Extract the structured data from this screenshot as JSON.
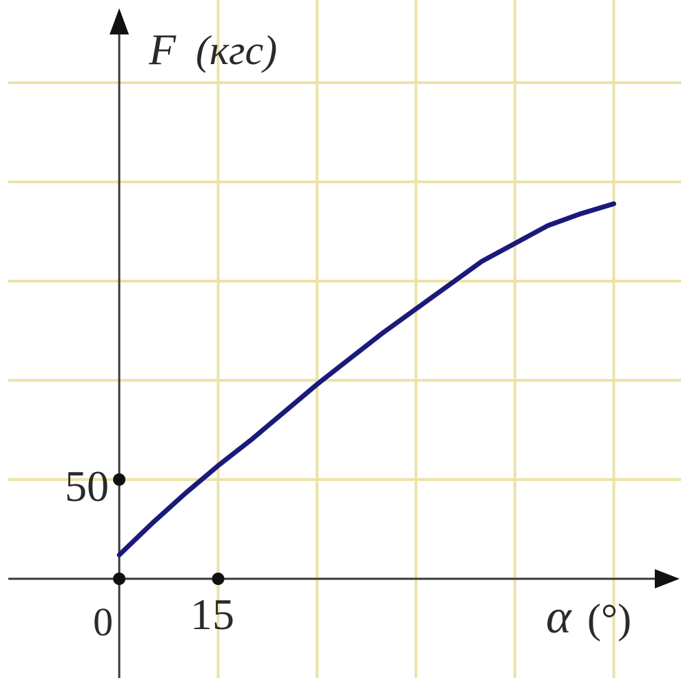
{
  "chart_data": {
    "type": "line",
    "xlabel": "α",
    "xunit": "(°)",
    "ylabel": "F",
    "yunit": "(кгс)",
    "x_ticks_labeled": [
      "0",
      "15"
    ],
    "y_ticks_labeled": [
      "50"
    ],
    "x_grid_step": 15,
    "y_grid_step": 50,
    "xlim": [
      -15,
      90
    ],
    "ylim": [
      -45,
      285
    ],
    "grid": true,
    "series": [
      {
        "x": [
          0,
          5,
          10,
          15,
          20,
          25,
          30,
          35,
          40,
          45,
          50,
          55,
          60,
          65,
          70,
          75
        ],
        "y": [
          12,
          28,
          43,
          57,
          70,
          84,
          98,
          111,
          124,
          136,
          148,
          160,
          169,
          178,
          184,
          189
        ]
      }
    ],
    "colors": {
      "curve": "#1a1a7a",
      "grid": "#ece3a6",
      "axis": "#3a3a3a"
    }
  }
}
